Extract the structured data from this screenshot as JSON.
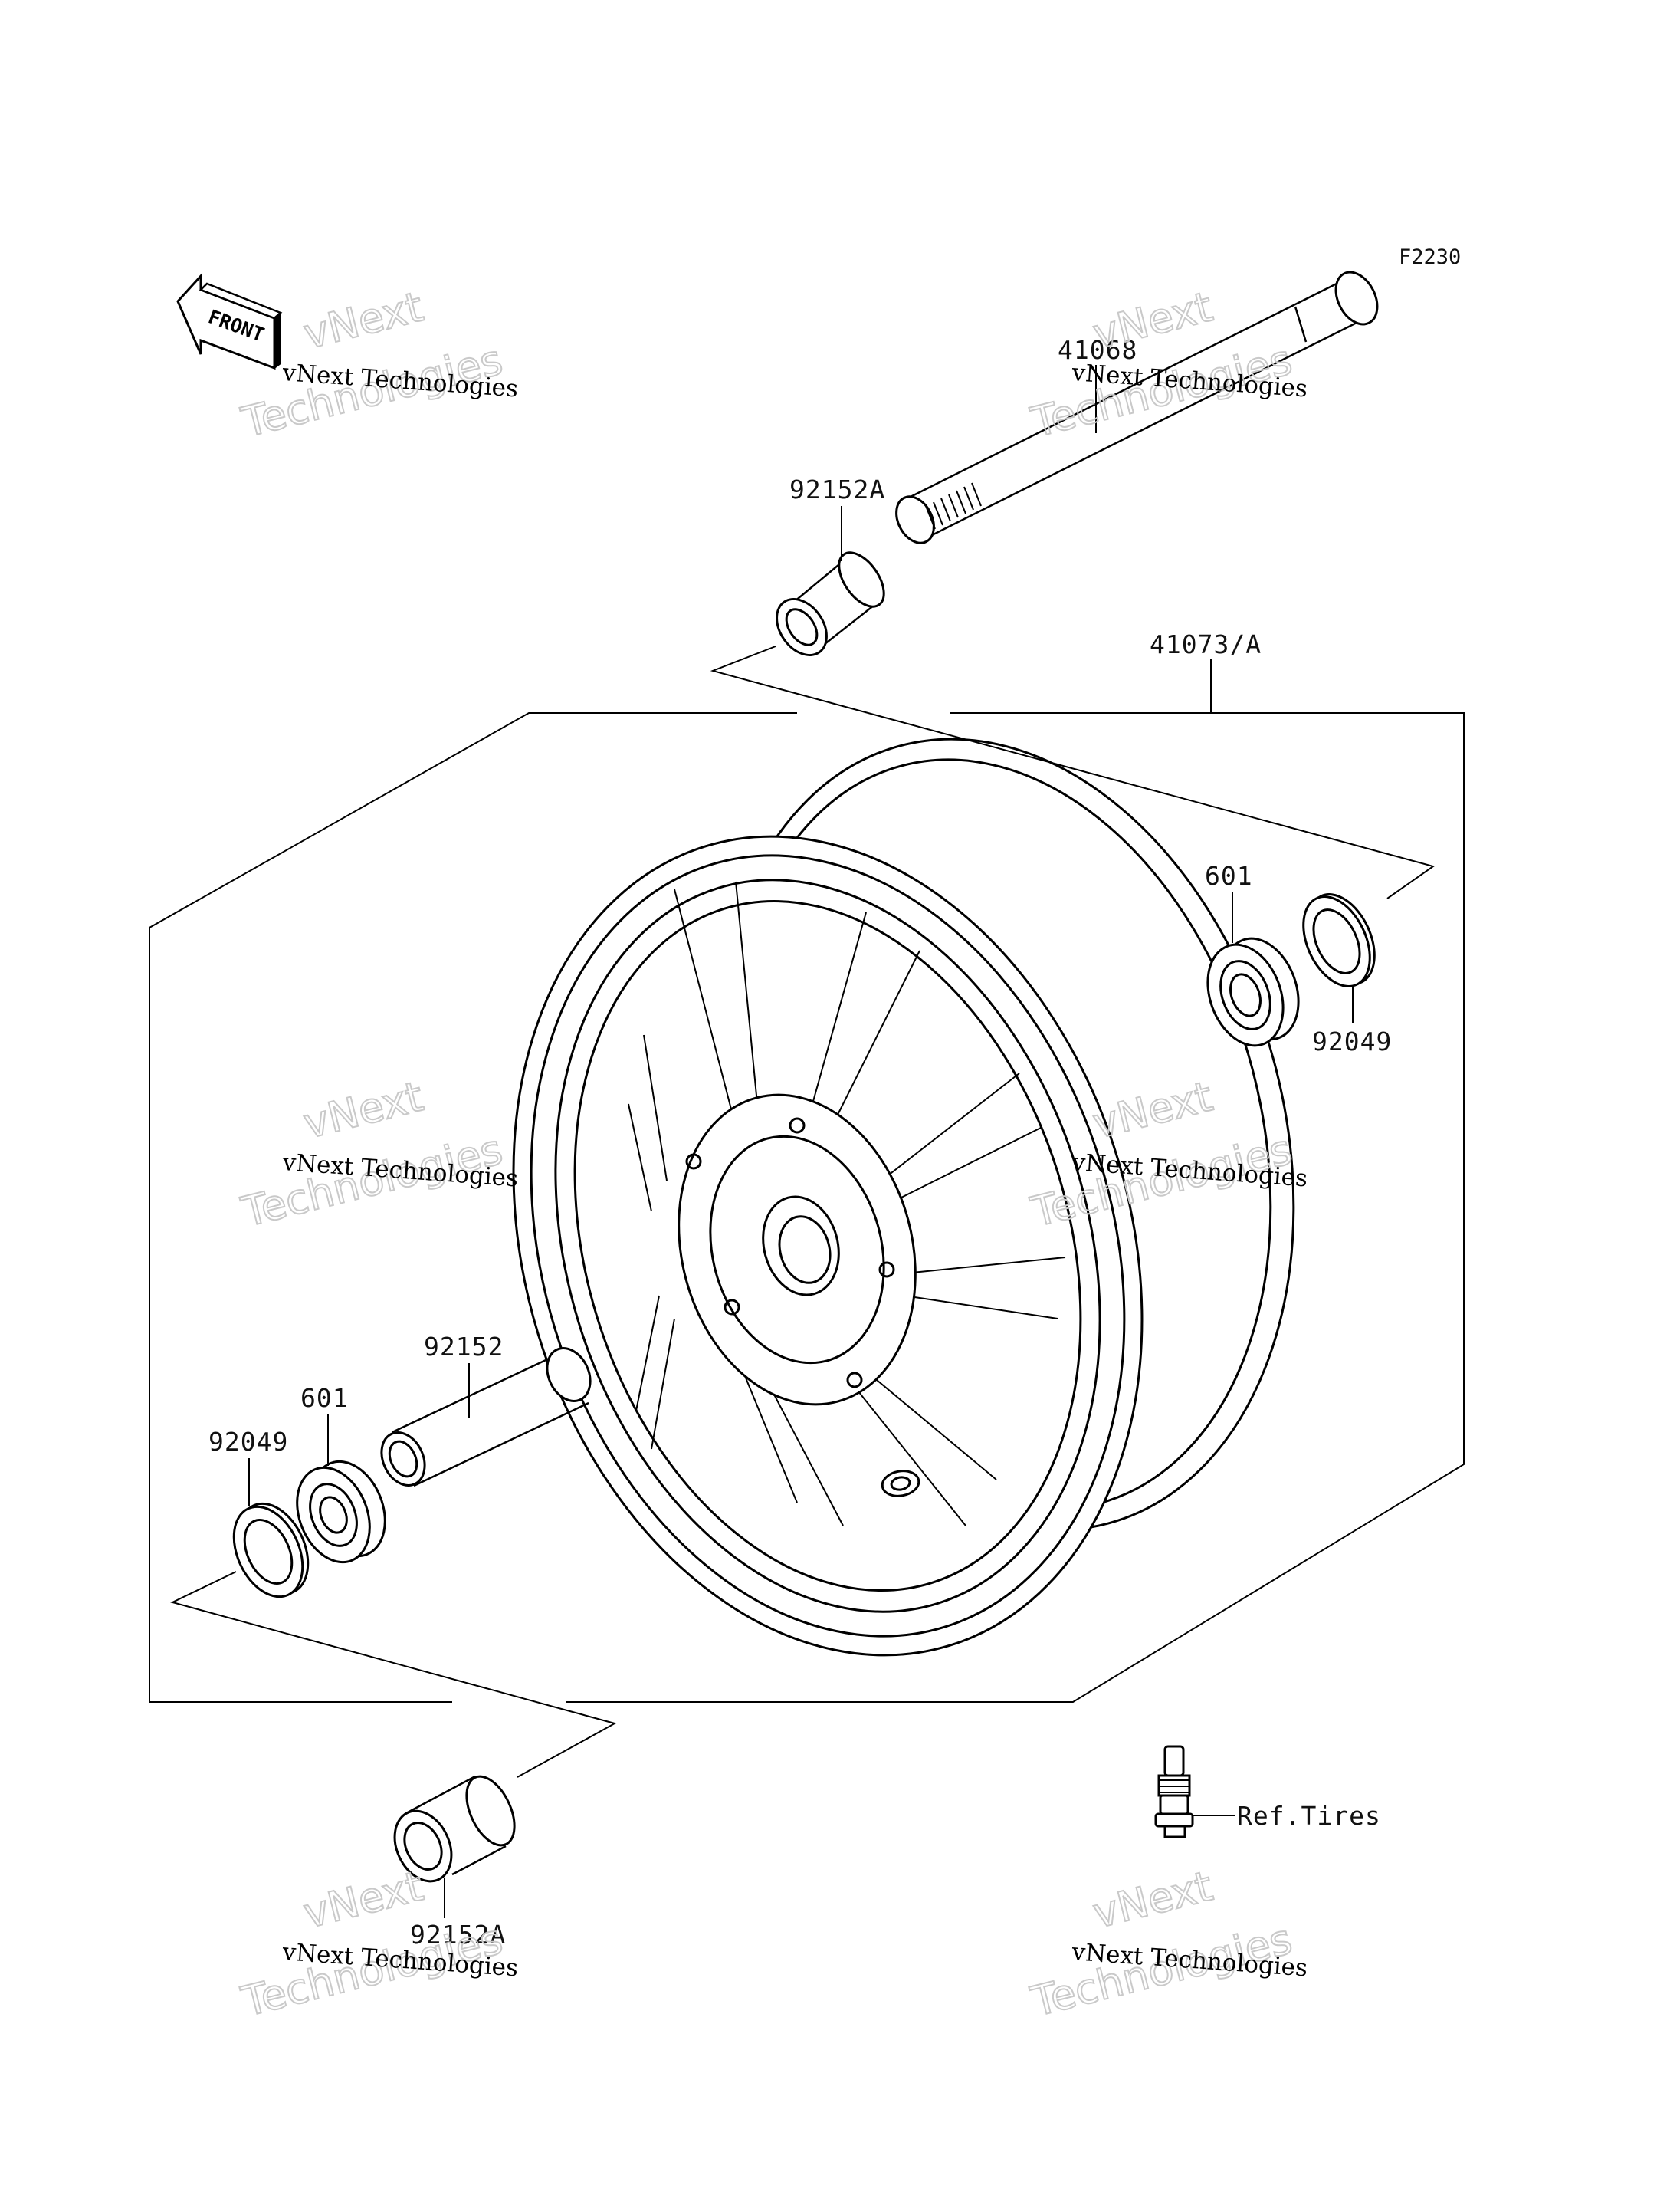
{
  "diagram_code": "F2230",
  "front_badge": "FRONT",
  "parts": {
    "axle": "41068",
    "collar_top": "92152A",
    "wheel_assembly": "41073/A",
    "bearing_right": "601",
    "seal_right": "92049",
    "spacer": "92152",
    "bearing_left": "601",
    "seal_left": "92049",
    "collar_bottom": "92152A",
    "valve_ref": "Ref.Tires"
  },
  "watermark": {
    "line1": "vNext Technologies",
    "big_top": "vNext",
    "big_bottom": "Technologies"
  }
}
